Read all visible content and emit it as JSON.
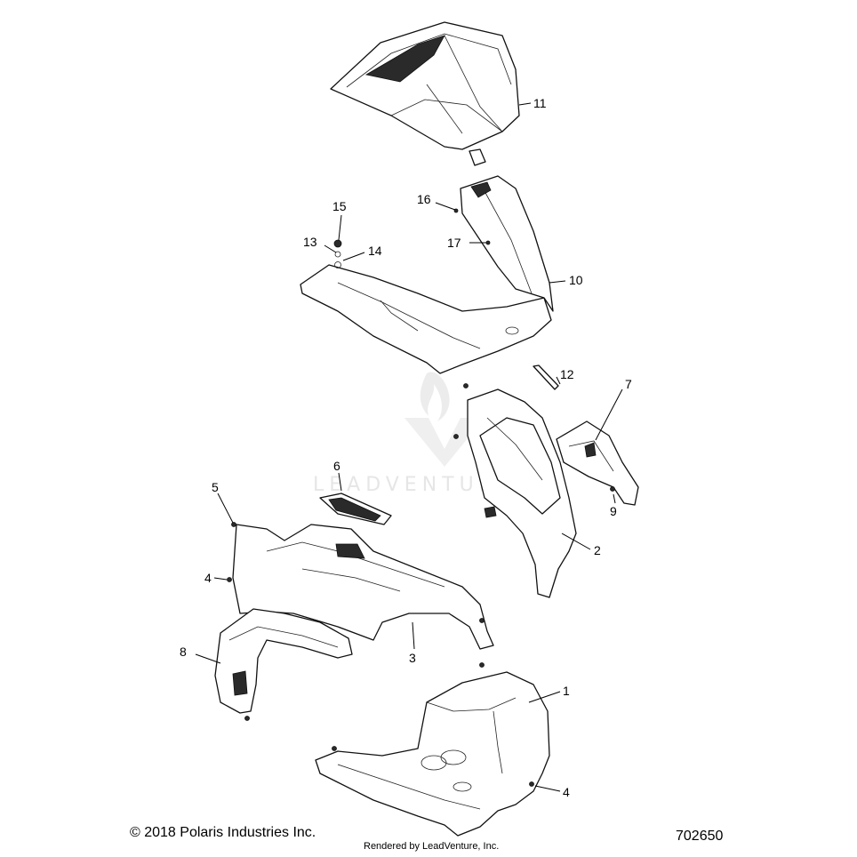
{
  "callouts": [
    {
      "id": "1",
      "label": "1"
    },
    {
      "id": "2",
      "label": "2"
    },
    {
      "id": "3",
      "label": "3"
    },
    {
      "id": "4a",
      "label": "4"
    },
    {
      "id": "4b",
      "label": "4"
    },
    {
      "id": "5",
      "label": "5"
    },
    {
      "id": "6",
      "label": "6"
    },
    {
      "id": "7",
      "label": "7"
    },
    {
      "id": "8",
      "label": "8"
    },
    {
      "id": "9",
      "label": "9"
    },
    {
      "id": "10",
      "label": "10"
    },
    {
      "id": "11",
      "label": "11"
    },
    {
      "id": "12",
      "label": "12"
    },
    {
      "id": "13",
      "label": "13"
    },
    {
      "id": "14",
      "label": "14"
    },
    {
      "id": "15",
      "label": "15"
    },
    {
      "id": "16",
      "label": "16"
    },
    {
      "id": "17",
      "label": "17"
    }
  ],
  "footer": {
    "copyright": "© 2018 Polaris Industries Inc.",
    "rendered_by": "Rendered by LeadVenture, Inc.",
    "diagram_number": "702650"
  },
  "watermark": {
    "text": "LEADVENTURE",
    "color": "#e6e6e6"
  }
}
